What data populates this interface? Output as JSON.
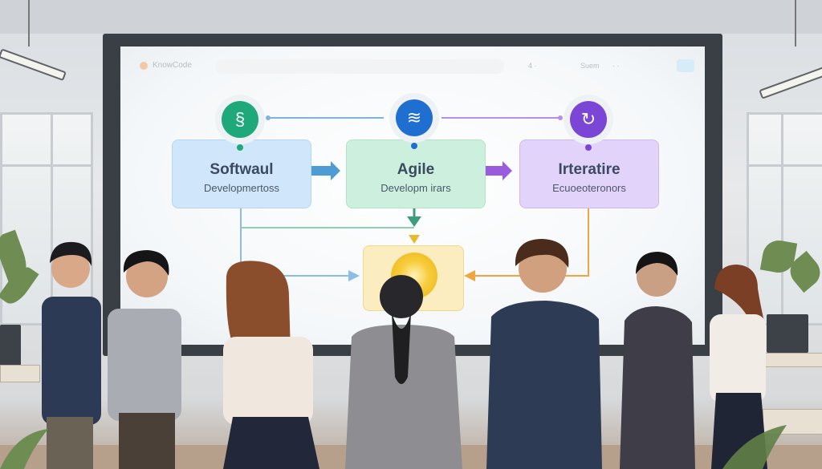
{
  "topbar": {
    "logo": "KnowCode",
    "nav_1": "4 ·",
    "nav_2": "Suem",
    "nav_3": "· ·"
  },
  "nodes": [
    {
      "title": "Softwaul",
      "subtitle": "Developmertoss",
      "color": "#1fa97a",
      "icon": "scroll-icon"
    },
    {
      "title": "Agile",
      "subtitle": "Developm irars",
      "color": "#1e6fd0",
      "icon": "layers-icon"
    },
    {
      "title": "Irteratire",
      "subtitle": "Ecuoeoteronors",
      "color": "#7b45d6",
      "icon": "cycle-icon"
    }
  ],
  "center_node": {
    "icon": "sun-icon"
  },
  "colors": {
    "blue_arrow": "#4e9bd6",
    "green_arrow": "#3b9c7e",
    "purple_arrow": "#9a5bde",
    "orange_arrow": "#f0a640",
    "yellow_arrow": "#e9b92c"
  }
}
